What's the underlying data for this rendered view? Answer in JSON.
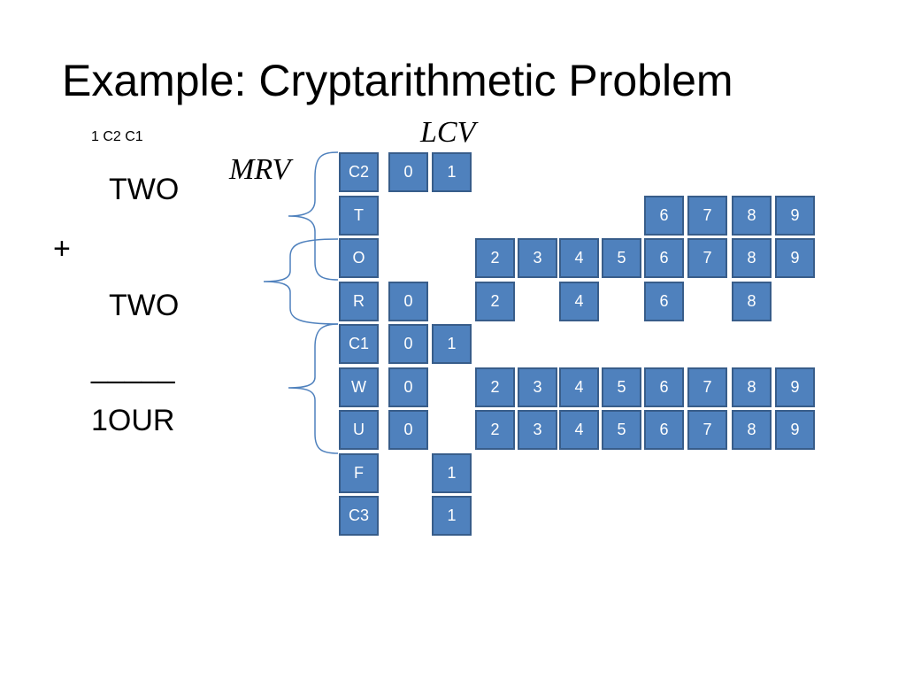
{
  "title": "Example: Cryptarithmetic Problem",
  "carry_row": "1 C2 C1",
  "equation": {
    "operand1": "TWO",
    "operator": "+",
    "operand2": "TWO",
    "rule": "_____",
    "result": "1OUR"
  },
  "labels": {
    "lcv": "LCV",
    "mrv": "MRV"
  },
  "colors": {
    "cell_fill": "#4f81bd",
    "cell_border": "#385d8a",
    "brace": "#4f81bd"
  },
  "columns": [
    "0",
    "1",
    "2",
    "3",
    "4",
    "5",
    "6",
    "7",
    "8",
    "9"
  ],
  "variables": [
    {
      "name": "C2",
      "domain": [
        "0",
        "1"
      ]
    },
    {
      "name": "T",
      "domain": [
        "6",
        "7",
        "8",
        "9"
      ]
    },
    {
      "name": "O",
      "domain": [
        "2",
        "3",
        "4",
        "5",
        "6",
        "7",
        "8",
        "9"
      ]
    },
    {
      "name": "R",
      "domain": [
        "0",
        "2",
        "4",
        "6",
        "8"
      ]
    },
    {
      "name": "C1",
      "domain": [
        "0",
        "1"
      ]
    },
    {
      "name": "W",
      "domain": [
        "0",
        "2",
        "3",
        "4",
        "5",
        "6",
        "7",
        "8",
        "9"
      ]
    },
    {
      "name": "U",
      "domain": [
        "0",
        "2",
        "3",
        "4",
        "5",
        "6",
        "7",
        "8",
        "9"
      ]
    },
    {
      "name": "F",
      "domain": [
        "1"
      ]
    },
    {
      "name": "C3",
      "domain": [
        "1"
      ]
    }
  ]
}
